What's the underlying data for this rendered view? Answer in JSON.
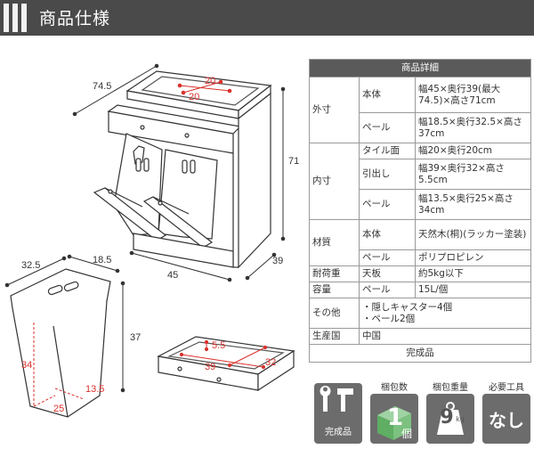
{
  "header": {
    "title": "商品仕様"
  },
  "dimensions": {
    "cab_width_top": "74.5",
    "tile_a": "20",
    "tile_b": "20",
    "height": "71",
    "depth": "39",
    "width": "45",
    "pail_top_a": "32.5",
    "pail_top_b": "18.5",
    "pail_height": "37",
    "pail_inner_height": "34",
    "pail_inner_depth": "13.5",
    "pail_inner_width": "25",
    "drawer_inner_height": "5.5",
    "drawer_inner_width": "39",
    "drawer_inner_depth": "32"
  },
  "spec": {
    "title": "商品詳細",
    "outer": {
      "label": "外寸",
      "body_label": "本体",
      "body_value": "幅45×奥行39(最大74.5)×高さ71cm",
      "pail_label": "ペール",
      "pail_value": "幅18.5×奥行32.5×高さ37cm"
    },
    "inner": {
      "label": "内寸",
      "tile_label": "タイル面",
      "tile_value": "幅20×奥行20cm",
      "drawer_label": "引出し",
      "drawer_value": "幅39×奥行32×高さ5.5cm",
      "pail_label": "ペール",
      "pail_value": "幅13.5×奥行25×高さ34cm"
    },
    "material": {
      "label": "材質",
      "body_label": "本体",
      "body_value": "天然木(桐)(ラッカー塗装)",
      "pail_label": "ペール",
      "pail_value": "ポリプロピレン"
    },
    "load": {
      "label": "耐荷重",
      "sub": "天板",
      "value": "約5kg以下"
    },
    "capacity": {
      "label": "容量",
      "sub": "ペール",
      "value": "15L/個"
    },
    "other": {
      "label": "その他",
      "line1": "・隠しキャスター4個",
      "line2": "・ペール2個"
    },
    "origin": {
      "label": "生産国",
      "value": "中国"
    },
    "footer": "完成品"
  },
  "badges": {
    "assembled": {
      "top": "",
      "text": "完成品"
    },
    "packages": {
      "top": "梱包数",
      "value": "1",
      "unit": "個"
    },
    "weight": {
      "top": "梱包重量",
      "value": "9",
      "unit": "kg"
    },
    "tools": {
      "top": "必要工具",
      "value": "なし"
    }
  },
  "colors": {
    "header_bg": "#4a4a4a",
    "dimension_red": "#d9302b",
    "badge_gray": "#6c6c6c"
  }
}
